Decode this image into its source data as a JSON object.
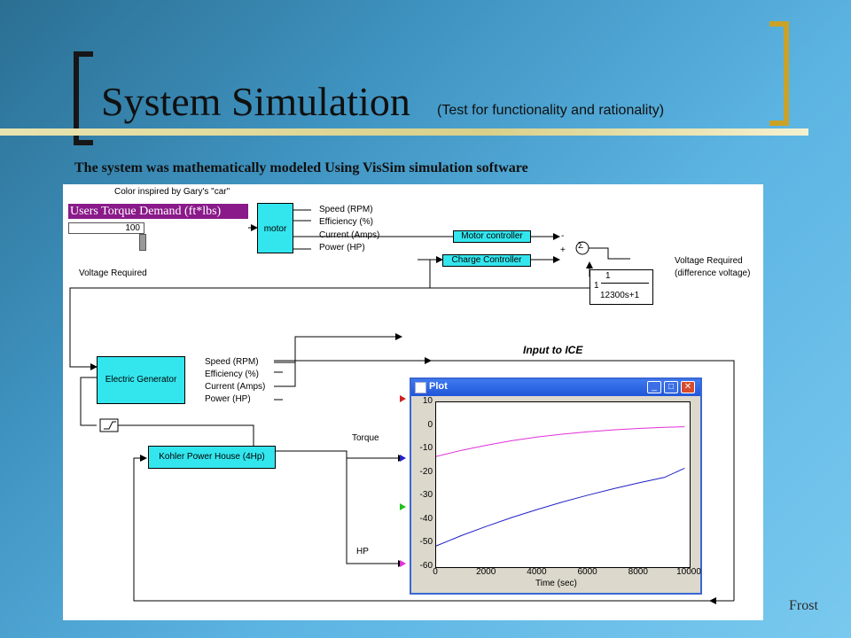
{
  "slide": {
    "title": "System Simulation",
    "title_note": "(Test for functionality and rationality)",
    "subtitle": "The system was mathematically modeled Using VisSim simulation software",
    "footer": "Frost"
  },
  "diagram": {
    "note": "Color inspired by Gary's \"car\"",
    "demand_label": "Users Torque Demand (ft*lbs)",
    "slider_value": "100",
    "motor_label": "motor",
    "motor_outputs": [
      "Speed (RPM)",
      "Efficiency (%)",
      "Current (Amps)",
      "Power (HP)"
    ],
    "motor_controller": "Motor controller",
    "charge_controller": "Charge Controller",
    "minus": "-",
    "plus": "+",
    "sum_symbol": "Σ",
    "tf_num_right": "1",
    "tf_gain": "1",
    "tf_den": "12300s+1",
    "voltage_required_right": "Voltage Required",
    "difference_voltage": "(difference voltage)",
    "voltage_required_left": "Voltage Required",
    "generator_label": "Electric Generator",
    "generator_outputs": [
      "Speed (RPM)",
      "Efficiency (%)",
      "Current (Amps)",
      "Power (HP)"
    ],
    "input_to_ice": "Input to ICE",
    "kohler_label": "Kohler Power House (4Hp)",
    "torque_label": "Torque",
    "hp_label": "HP"
  },
  "plot_window": {
    "title": "Plot",
    "xlabel": "Time (sec)",
    "x_ticks": [
      "0",
      "2000",
      "4000",
      "6000",
      "8000",
      "10000"
    ],
    "y_ticks": [
      "10",
      "0",
      "-10",
      "-20",
      "-30",
      "-40",
      "-50",
      "-60"
    ]
  },
  "chart_data": {
    "type": "line",
    "xlabel": "Time (sec)",
    "ylabel": "",
    "xlim": [
      0,
      10000
    ],
    "ylim": [
      -60,
      10
    ],
    "grid": false,
    "series": [
      {
        "color": "#e030d8",
        "x": [
          0,
          1000,
          2000,
          3000,
          4000,
          5000,
          6000,
          7000,
          8000,
          9000,
          9800
        ],
        "y": [
          -13,
          -10.4,
          -8.2,
          -6.3,
          -4.7,
          -3.5,
          -2.5,
          -1.7,
          -1.1,
          -0.6,
          -0.4
        ]
      },
      {
        "color": "#2020c8",
        "x": [
          0,
          1000,
          2000,
          3000,
          4000,
          5000,
          6000,
          7000,
          8000,
          9000,
          9800
        ],
        "y": [
          -51,
          -46.6,
          -42.6,
          -38.9,
          -35.5,
          -32.3,
          -29.4,
          -26.7,
          -24.2,
          -21.9,
          -18
        ]
      }
    ]
  }
}
